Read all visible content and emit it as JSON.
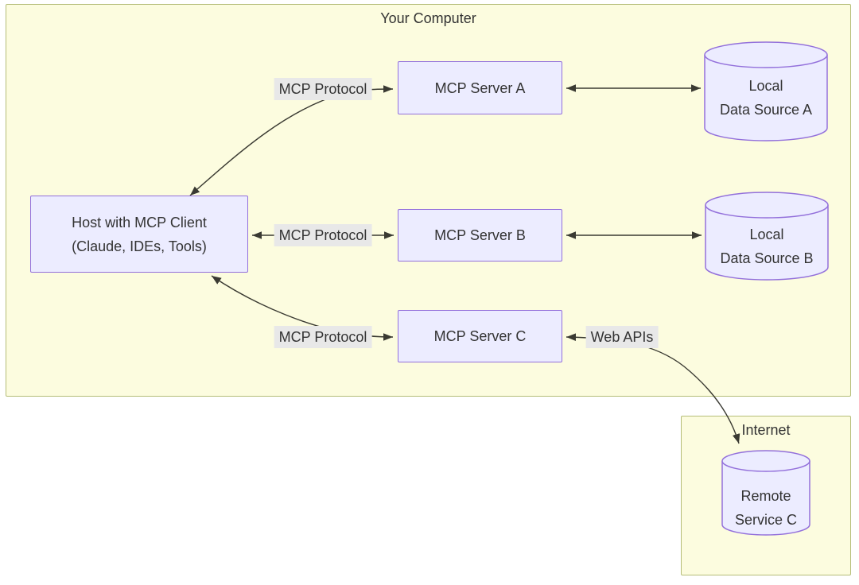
{
  "clusters": {
    "your_computer": {
      "title": "Your Computer"
    },
    "internet": {
      "title": "Internet"
    }
  },
  "nodes": {
    "host": {
      "line1": "Host with MCP Client",
      "line2": "(Claude, IDEs, Tools)"
    },
    "server_a": {
      "label": "MCP Server A"
    },
    "server_b": {
      "label": "MCP Server B"
    },
    "server_c": {
      "label": "MCP Server C"
    },
    "datasource_a": {
      "line1": "Local",
      "line2": "Data Source A"
    },
    "datasource_b": {
      "line1": "Local",
      "line2": "Data Source B"
    },
    "remote_service": {
      "line1": "Remote",
      "line2": "Service C"
    }
  },
  "edge_labels": {
    "host_server_a": "MCP Protocol",
    "host_server_b": "MCP Protocol",
    "host_server_c": "MCP Protocol",
    "server_c_remote": "Web APIs"
  },
  "colors": {
    "cluster_fill": "#fcfcdf",
    "cluster_border": "#b5bd78",
    "node_fill": "#ececff",
    "node_border": "#9370db",
    "edge": "#3a3a32",
    "label_bg": "#e8e8e8",
    "text": "#333333"
  }
}
